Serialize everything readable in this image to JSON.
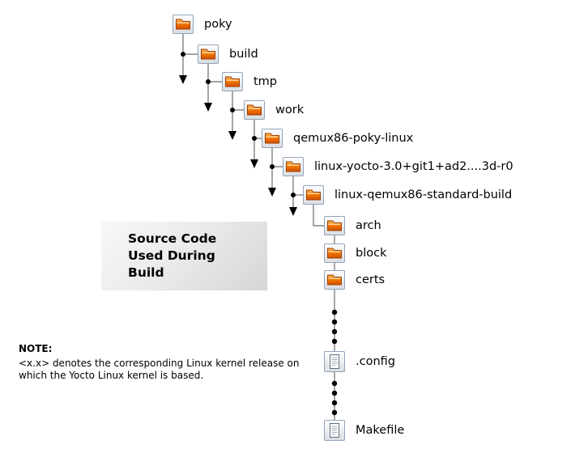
{
  "diagram": {
    "title_box": {
      "lines": [
        "Source Code",
        "Used During",
        "Build"
      ]
    },
    "note": {
      "label": "NOTE:",
      "lines": [
        "<x.x> denotes the corresponding Linux kernel release on",
        "which the Yocto Linux kernel is based."
      ]
    },
    "tree": {
      "nodes": [
        {
          "label": "poky",
          "icon": "folder-icon"
        },
        {
          "label": "build",
          "icon": "folder-icon"
        },
        {
          "label": "tmp",
          "icon": "folder-icon"
        },
        {
          "label": "work",
          "icon": "folder-icon"
        },
        {
          "label": "qemux86-poky-linux",
          "icon": "folder-icon"
        },
        {
          "label": "linux-yocto-3.0+git1+ad2....3d-r0",
          "icon": "folder-icon"
        },
        {
          "label": "linux-qemux86-standard-build",
          "icon": "folder-icon"
        },
        {
          "label": "arch",
          "icon": "folder-icon"
        },
        {
          "label": "block",
          "icon": "folder-icon"
        },
        {
          "label": "certs",
          "icon": "folder-icon"
        },
        {
          "label": ".config",
          "icon": "document-icon"
        },
        {
          "label": "Makefile",
          "icon": "document-icon"
        }
      ]
    },
    "colors": {
      "folder_orange": "#f57900",
      "icon_frame_border": "#93a4ba",
      "connector_line": "#6b6b6b",
      "dots_and_arrows": "#000000"
    }
  }
}
